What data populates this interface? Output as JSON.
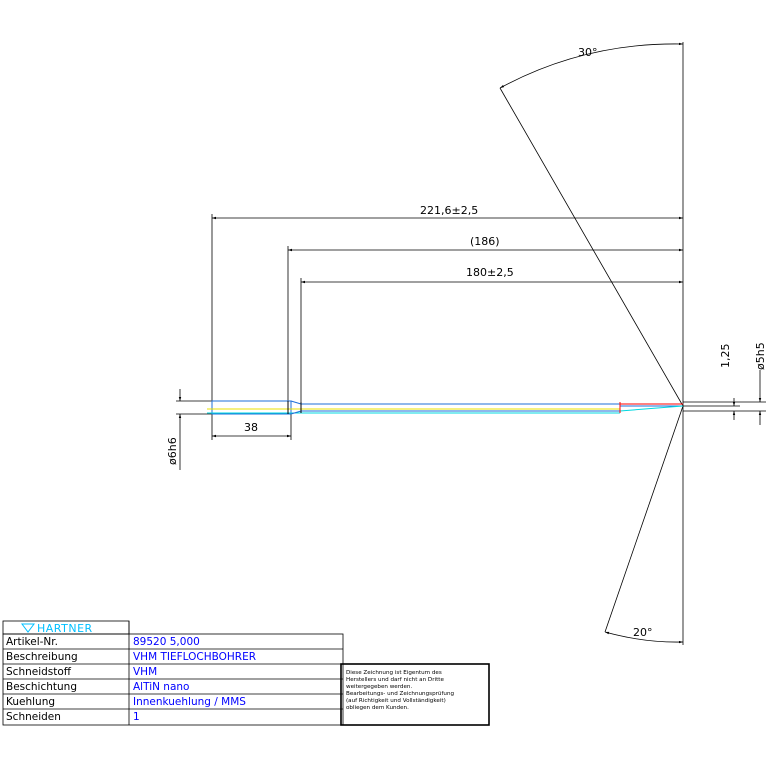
{
  "dimensions": {
    "angle_top": "30°",
    "angle_bottom": "20°",
    "total_length": "221,6±2,5",
    "ref_length": "(186)",
    "flute_length": "180±2,5",
    "shank_length": "38",
    "shank_diameter": "ø6h6",
    "tip_diameter": "ø5h5",
    "tip_offset": "1,25"
  },
  "title_block": {
    "logo": "HARTNER",
    "rows": [
      {
        "label": "Artikel-Nr.",
        "value": "89520 5,000"
      },
      {
        "label": "Beschreibung",
        "value": "VHM TIEFLOCHBOHRER"
      },
      {
        "label": "Schneidstoff",
        "value": "VHM"
      },
      {
        "label": "Beschichtung",
        "value": "AlTiN nano"
      },
      {
        "label": "Kuehlung",
        "value": "Innenkuehlung / MMS"
      },
      {
        "label": "Schneiden",
        "value": "1"
      }
    ]
  },
  "notice": [
    "Diese Zeichnung ist Eigentum des",
    "Herstellers und darf nicht an Dritte",
    "weitergegeben werden.",
    "Bearbeitungs- und Zeichnungsprüfung",
    "(auf Richtigkeit und Vollständigkeit)",
    "obliegen dem Kunden."
  ],
  "colors": {
    "line": "#000000",
    "value_text": "#0000ff",
    "logo": "#00bfff",
    "body_blue": "#1e6fd9",
    "body_yellow": "#e8e000",
    "body_cyan": "#00d8e0",
    "tip_red": "#ff0000"
  }
}
